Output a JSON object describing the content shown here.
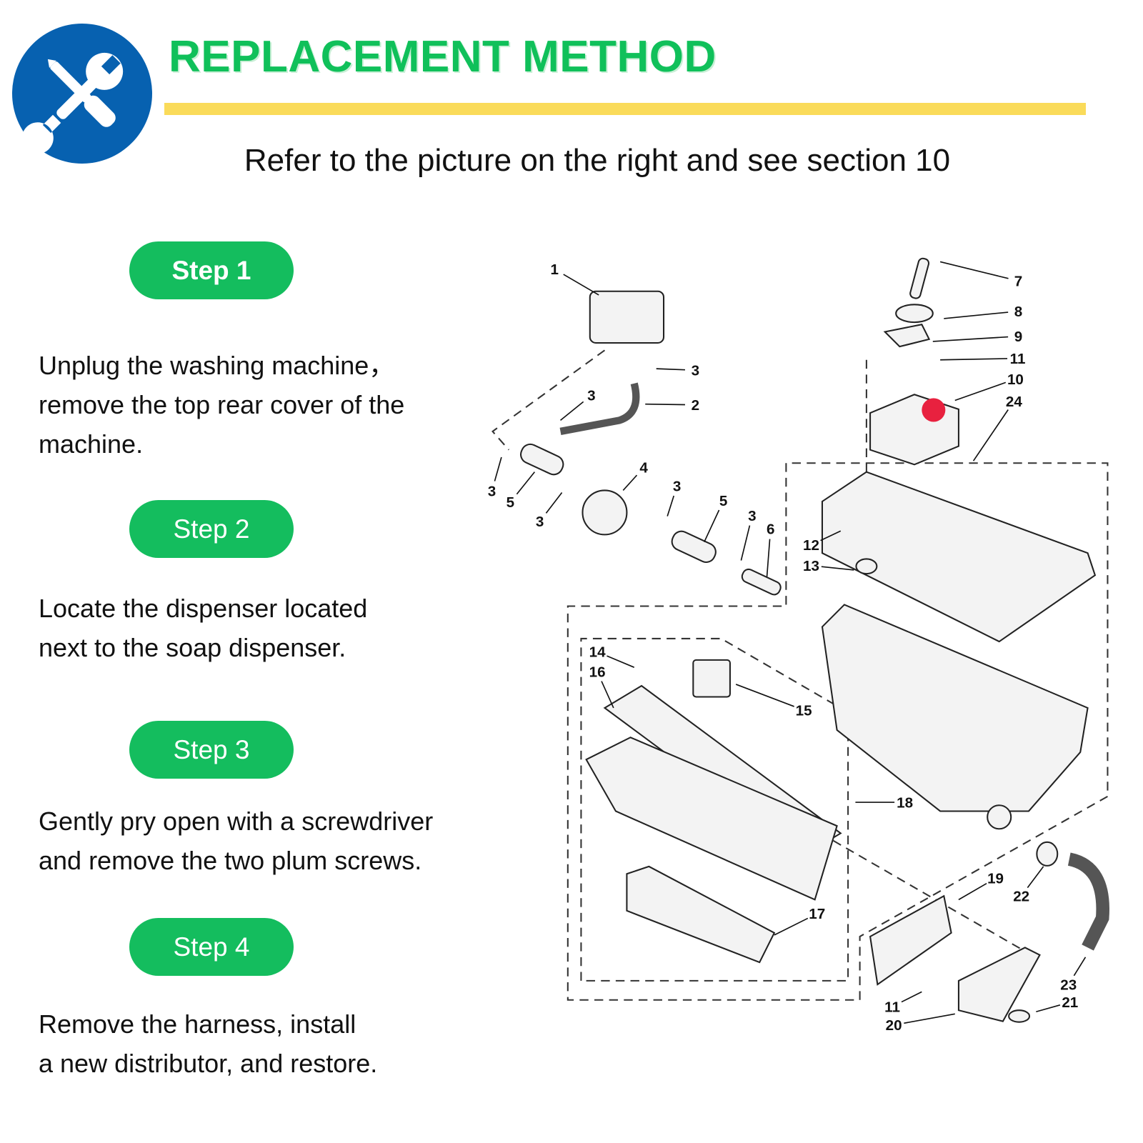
{
  "header": {
    "icon": "wrench-screwdriver-icon",
    "title": "REPLACEMENT METHOD",
    "subtitle": "Refer to the picture on the right and see section 10"
  },
  "steps": [
    {
      "label": "Step 1",
      "lines": [
        "Unplug the washing machine，",
        "remove the top rear cover of the",
        "machine."
      ]
    },
    {
      "label": "Step 2",
      "lines": [
        "Locate the dispenser located",
        "next to the soap dispenser."
      ]
    },
    {
      "label": "Step 3",
      "lines": [
        "Gently pry open with a screwdriver",
        "and remove the two plum screws."
      ]
    },
    {
      "label": "Step 4",
      "lines": [
        "Remove the harness, install",
        "a new distributor, and restore."
      ]
    }
  ],
  "diagram": {
    "part_labels": [
      "1",
      "3",
      "3",
      "2",
      "7",
      "8",
      "9",
      "11",
      "10",
      "24",
      "3",
      "5",
      "4",
      "3",
      "3",
      "5",
      "3",
      "6",
      "12",
      "13",
      "14",
      "16",
      "15",
      "18",
      "19",
      "22",
      "17",
      "23",
      "21",
      "11",
      "20"
    ],
    "highlight_color": "#e8213f"
  },
  "colors": {
    "accent_green": "#14bd5e",
    "title_green": "#10c05a",
    "bar_yellow": "#fadb5a",
    "icon_blue": "#0761b0"
  }
}
